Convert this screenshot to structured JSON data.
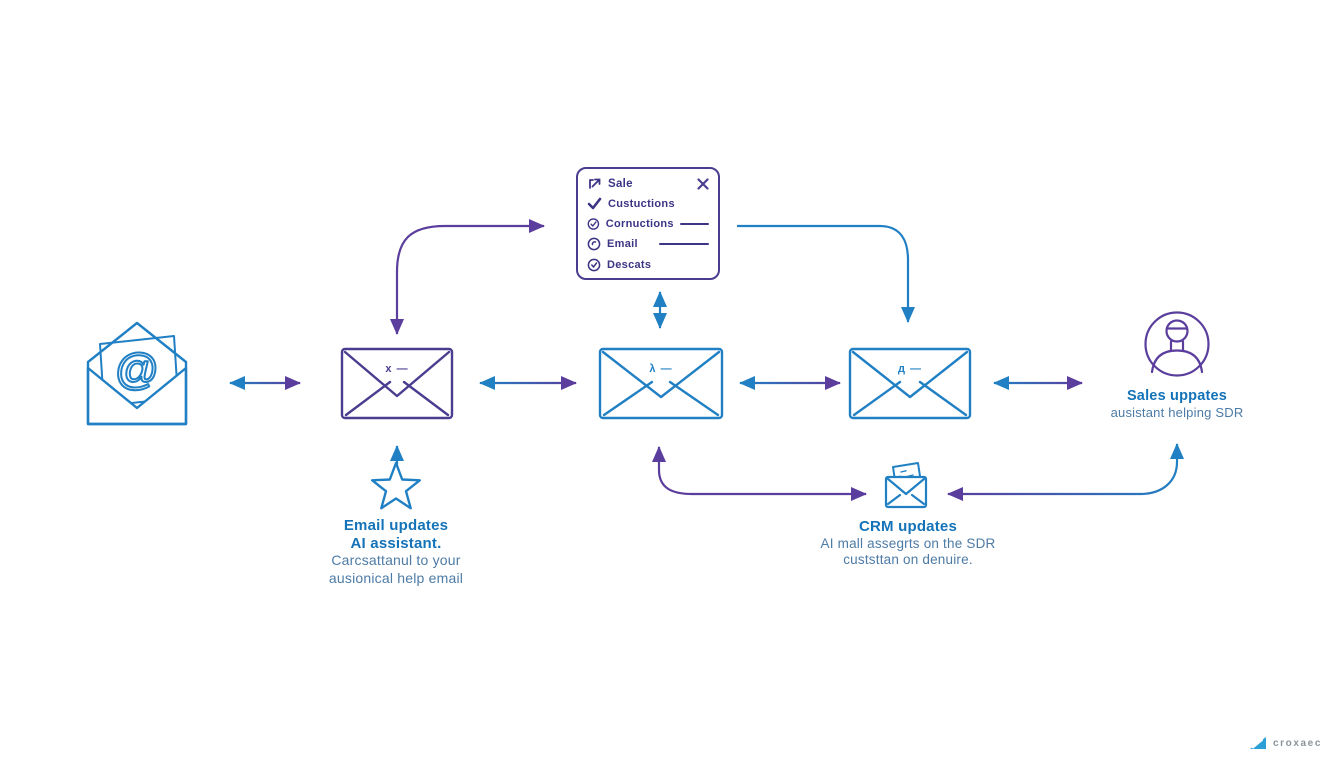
{
  "popup": {
    "title": "Sale",
    "items": [
      {
        "label": "Custuctions"
      },
      {
        "label": "Cornuctions"
      },
      {
        "label": "Email"
      },
      {
        "label": "Descats"
      }
    ]
  },
  "envelope_marks": {
    "left": "x —",
    "center": "λ —",
    "right": "д —"
  },
  "at_symbol": "@",
  "labels": {
    "email_updates": {
      "title1": "Email updates",
      "title2": "AI assistant.",
      "body1": "Carcsattanul to your",
      "body2": "ausionical help email"
    },
    "crm_updates": {
      "title": "CRM updates",
      "body1": "AI mall assegrts on the SDR",
      "body2": "custsttan on denuire."
    },
    "sales_updates": {
      "title": "Sales uppates",
      "body1": "ausistant helping SDR"
    }
  },
  "logo": {
    "text": "croxaec"
  },
  "colors": {
    "blue": "#2180c4",
    "purple": "#5a3d9c",
    "popup_purple": "#4a3d8f",
    "title_blue": "#1473b8",
    "body_blue": "#4d7ba6"
  }
}
